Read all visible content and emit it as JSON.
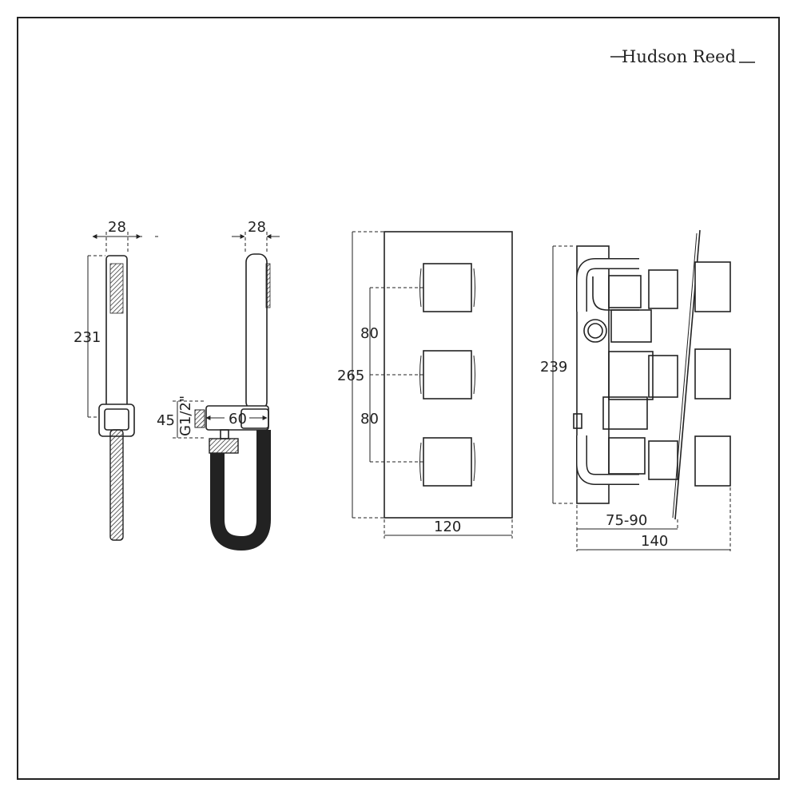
{
  "brand": {
    "name": "Hudson Reed"
  },
  "dimensions": {
    "handset_width": "28",
    "handset_length": "231",
    "handset_side_width": "28",
    "outlet_height": "45",
    "outlet_thread": "G1/2\"",
    "outlet_length": "60",
    "plate_height": "265",
    "valve_spacing_top": "80",
    "valve_spacing_bottom": "80",
    "plate_width": "120",
    "body_height": "239",
    "depth_range": "75-90",
    "total_depth": "140"
  }
}
